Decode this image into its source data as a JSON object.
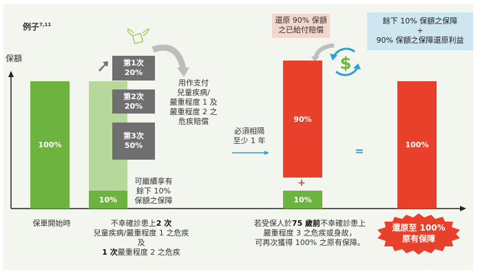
{
  "title": "例子",
  "title_sup": "7,11",
  "y_label": "保額",
  "bar_start": "100%",
  "claims": [
    {
      "label": "第1次",
      "value": "20%"
    },
    {
      "label": "第2次",
      "value": "20%"
    },
    {
      "label": "第3次",
      "value": "50%"
    }
  ],
  "remaining_bar": "10%",
  "remaining_note": [
    "可繼續享有",
    "餘下 10%",
    "保額之保障"
  ],
  "payout_note": [
    "用作支付",
    "兒童疾病/",
    "嚴重程度 1 及",
    "嚴重程度 2 之",
    "危疾賠償"
  ],
  "interval_note": [
    "必須相隔",
    "至少 1 年"
  ],
  "restore_box": [
    "還原 90% 保額",
    "之已給付賠償"
  ],
  "sum_box": [
    "餘下 10% 保額之保障",
    "+",
    "90% 保額之保障還原利益"
  ],
  "restored_bar": "90%",
  "plus": "+",
  "base_bar": "10%",
  "equals": "=",
  "final_bar": "100%",
  "caption1": "保單開始時",
  "caption2": {
    "l1a": "不幸確診患上",
    "l1b": "2 次",
    "l2": "兒童疾病/嚴重程度 1 之危疾",
    "l3": "及",
    "l4a": "1 次",
    "l4b": "嚴重程度 2 之危疾"
  },
  "caption3": {
    "l1a": "若受保人於",
    "l1b": "75 歲前",
    "l1c": "不幸確診患上",
    "l2": "嚴重程度 3 之危疾或身故，",
    "l3": "可再次獲得 100% 之原有保障。"
  },
  "burst": [
    "還原至 100%",
    "原有保障"
  ],
  "colors": {
    "green": "#6db33f",
    "light_green": "#b6d89b",
    "red": "#e8402a",
    "gray": "#6f6f70",
    "blue": "#2a9fd8"
  }
}
